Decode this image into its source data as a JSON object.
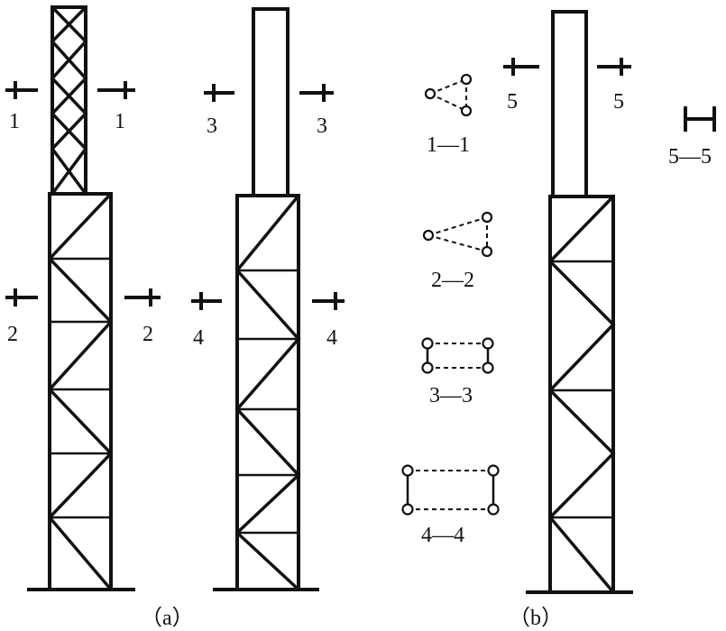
{
  "section_marks": {
    "m1": "1",
    "m2": "2",
    "m3": "3",
    "m4": "4",
    "m5": "5"
  },
  "section_captions": {
    "s11": "1—1",
    "s22": "2—2",
    "s33": "3—3",
    "s44": "4—4",
    "s55": "5—5"
  },
  "figure_captions": {
    "a": "（a）",
    "b": "（b）"
  }
}
